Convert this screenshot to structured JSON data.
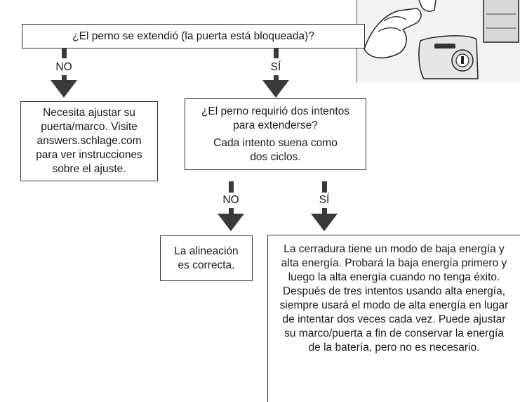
{
  "question_extended": "¿El perno se extendió (la puerta está bloqueada)?",
  "label_no_1": "NO",
  "label_si_1": "SÍ",
  "adjust_door_text": "Necesita ajustar su puerta/marco. Visite answers.schlage.com para ver instrucciones sobre el ajuste.",
  "question_two_attempts": "¿El perno requirió dos intentos para extenderse?",
  "question_two_attempts_note": "Cada intento suena como dos ciclos.",
  "label_no_2": "NO",
  "label_si_2": "SÍ",
  "alignment_ok_text": "La alineación es correcta.",
  "energy_mode_text": "La cerradura tiene un modo de baja energía y alta energía. Probará la baja energía primero y luego la alta energía cuando no tenga éxito. Después de tres intentos usando alta energía, siempre usará el modo de alta energía en lugar de intentar dos veces cada vez. Puede ajustar su marco/puerta a fin de conservar la energía de la batería, pero no es necesario."
}
